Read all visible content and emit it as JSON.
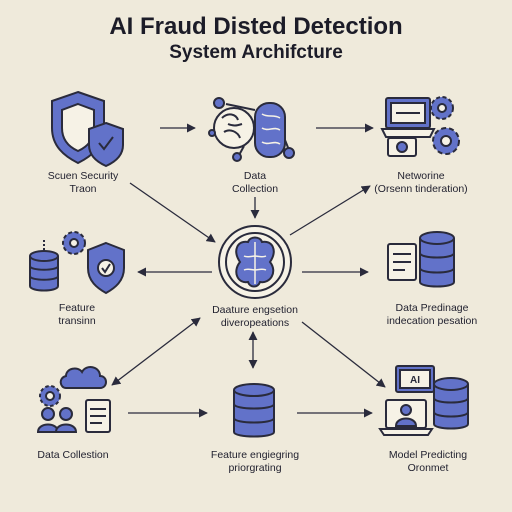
{
  "title": {
    "line1": "AI Fraud Disted Detection",
    "line2": "System Archifcture"
  },
  "nodes": {
    "scan_security": {
      "line1": "Scuen Security",
      "line2": "Traon",
      "icon": "shield-icon"
    },
    "data_collection_top": {
      "line1": "Data",
      "line2": "Collection",
      "icon": "brain-network-icon"
    },
    "networine": {
      "line1": "Networine",
      "line2": "(Orsenn tinderation)",
      "icon": "laptop-gears-icon"
    },
    "feature_transinn": {
      "line1": "Feature",
      "line2": "transinn",
      "icon": "database-gear-shield-icon"
    },
    "center": {
      "line1": "Daature engsetion",
      "line2": "diveropeations",
      "icon": "brain-icon"
    },
    "data_predinage": {
      "line1": "Data Predinage",
      "line2": "indecation pesation",
      "icon": "document-database-icon"
    },
    "data_collection_bottom": {
      "line1": "Data Collestion",
      "line2": "",
      "icon": "cloud-people-icon"
    },
    "feature_engineering": {
      "line1": "Feature engiegring",
      "line2": "priorgrating",
      "icon": "database-icon"
    },
    "model_predicting": {
      "line1": "Model Predicting",
      "line2": "Oronmet",
      "icon": "ai-monitor-database-icon"
    }
  },
  "monitor_text": "AI",
  "colors": {
    "accent": "#6272c9",
    "outline": "#2a2b3c",
    "background": "#efeadb"
  }
}
